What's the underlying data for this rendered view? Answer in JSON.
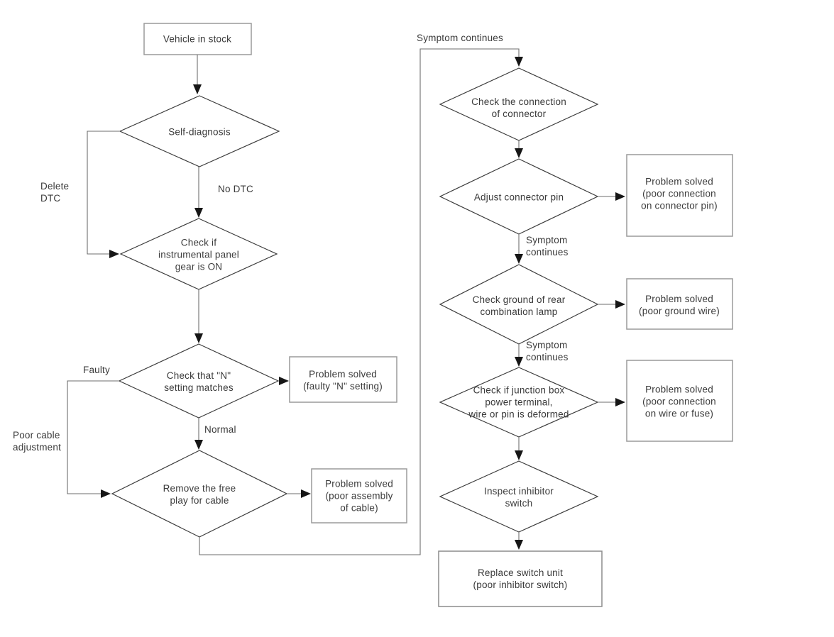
{
  "diagram": {
    "type": "flowchart",
    "colors": {
      "background": "#ffffff",
      "box_border": "#9a9a9a",
      "diamond_stroke": "#3c3c3c",
      "connector_line": "#6e6e6e",
      "arrowhead": "#161616",
      "text": "#3a3a3a"
    },
    "nodes": {
      "vehicle_in_stock": "Vehicle in stock",
      "self_diagnosis": "Self-diagnosis",
      "check_instrument_panel": "Check if\ninstrumental panel\ngear is ON",
      "check_n_setting": "Check that \"N\"\nsetting matches",
      "remove_free_play": "Remove the free\nplay for cable",
      "check_connector_connection": "Check the connection\nof connector",
      "adjust_connector_pin": "Adjust connector pin",
      "check_ground_rear_lamp": "Check ground of rear\ncombination lamp",
      "check_junction_box": "Check if junction box\npower terminal,\nwire or pin is deformed",
      "inspect_inhibitor_switch": "Inspect inhibitor\nswitch",
      "replace_switch_unit": "Replace switch unit\n(poor inhibitor switch)"
    },
    "outcomes": {
      "faulty_n_setting": "Problem solved\n(faulty \"N\" setting)",
      "poor_assembly_cable": "Problem solved\n(poor assembly\nof cable)",
      "poor_connection_pin": "Problem solved\n(poor connection\non connector pin)",
      "poor_ground_wire": "Problem solved\n(poor ground wire)",
      "poor_wire_fuse": "Problem solved\n(poor connection\non wire or fuse)"
    },
    "edge_labels": {
      "delete_dtc": "Delete\nDTC",
      "no_dtc": "No DTC",
      "faulty": "Faulty",
      "poor_cable_adjustment": "Poor cable\nadjustment",
      "normal": "Normal",
      "symptom_continues_top": "Symptom continues",
      "symptom_continues_after_pin": "Symptom\ncontinues",
      "symptom_continues_after_ground": "Symptom\ncontinues"
    }
  }
}
